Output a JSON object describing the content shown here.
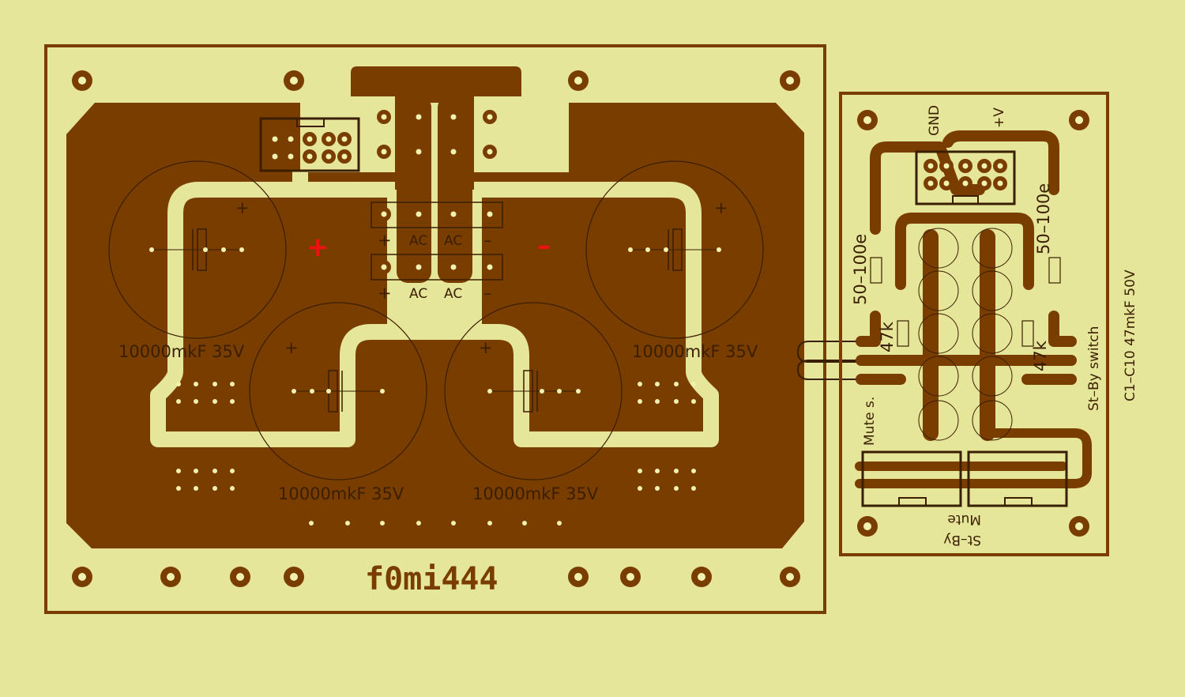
{
  "colors": {
    "background": "#e6e69a",
    "copper": "#7a3d00",
    "outline": "#7a3d00",
    "silk": "#3a1e00",
    "pad": "#f2f2b0",
    "polarity_red": "#ee1111"
  },
  "main_board": {
    "title": "f0mi444",
    "polarity_plus": "+",
    "polarity_minus": "–",
    "bridge_labels_top": [
      "+",
      "AC",
      "AC",
      "–"
    ],
    "bridge_labels_bottom": [
      "+",
      "AC",
      "AC",
      "–"
    ],
    "capacitors": [
      {
        "label": "10000mkF 35V",
        "sign": "+"
      },
      {
        "label": "10000mkF 35V",
        "sign": "+"
      },
      {
        "label": "10000mkF 35V",
        "sign": "+"
      },
      {
        "label": "10000mkF 35V",
        "sign": "+"
      }
    ]
  },
  "side_board": {
    "gnd": "GND",
    "v_plus": "+V",
    "resistor_left_top": "50–100e",
    "resistor_right_top": "50–100e",
    "resistor_left_mid": "47k",
    "resistor_right_mid": "47k",
    "mute_s": "Mute s.",
    "st_by_switch": "St–By switch",
    "caps_note": "C1–C10 47mkF 50V",
    "connector_mute": "Mute",
    "connector_st_by": "St–By"
  }
}
